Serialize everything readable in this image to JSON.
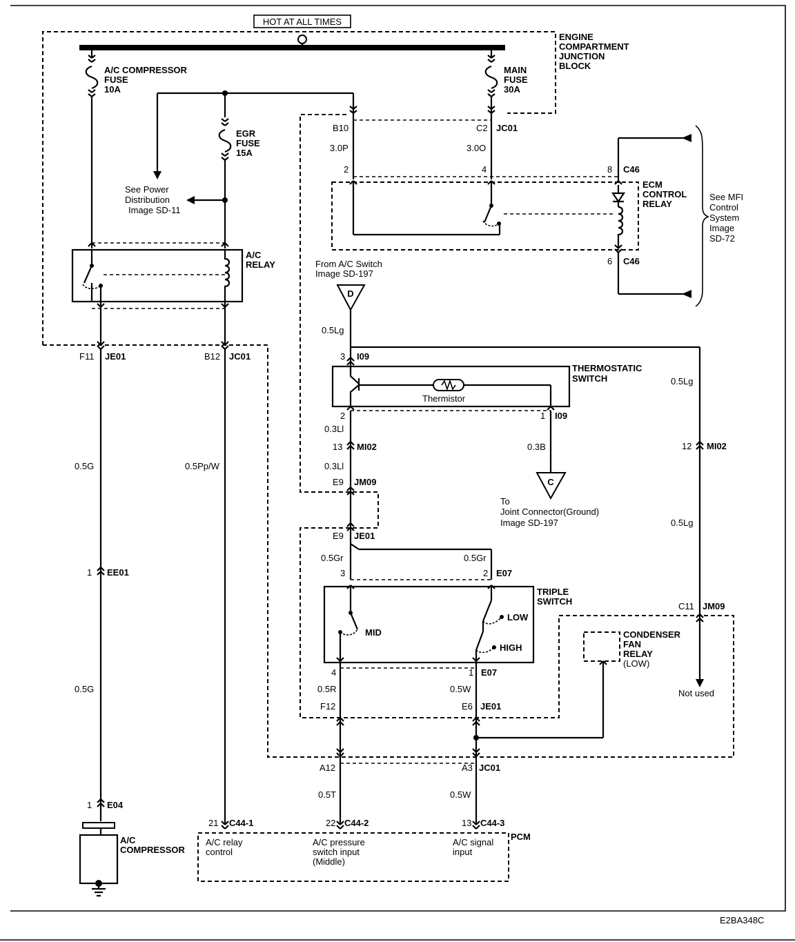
{
  "title_box": "HOT AT ALL TIMES",
  "block_label": [
    "ENGINE",
    "COMPARTMENT",
    "JUNCTION",
    "BLOCK"
  ],
  "fuses": {
    "ac_compressor": [
      "A/C COMPRESSOR",
      "FUSE",
      "10A"
    ],
    "main": [
      "MAIN",
      "FUSE",
      "30A"
    ],
    "egr": [
      "EGR",
      "FUSE",
      "15A"
    ]
  },
  "see_power": [
    "See Power",
    "Distribution",
    "Image SD-11"
  ],
  "ac_relay": [
    "A/C",
    "RELAY"
  ],
  "ecm_relay": [
    "ECM",
    "CONTROL",
    "RELAY"
  ],
  "see_mfi": [
    "See MFI",
    "Control",
    "System",
    "Image",
    "SD-72"
  ],
  "from_ac_switch": [
    "From A/C Switch",
    "Image SD-197"
  ],
  "thermostatic": [
    "THERMOSTATIC",
    "SWITCH"
  ],
  "thermistor": "Thermistor",
  "to_joint": [
    "To",
    "Joint Connector(Ground)",
    "Image SD-197"
  ],
  "triple": [
    "TRIPLE",
    "SWITCH"
  ],
  "switch_labels": {
    "mid": "MID",
    "low": "LOW",
    "high": "HIGH"
  },
  "condenser": [
    "CONDENSER",
    "FAN",
    "RELAY",
    "(LOW)"
  ],
  "not_used": "Not used",
  "compressor": [
    "A/C",
    "COMPRESSOR"
  ],
  "pcm": "PCM",
  "pcm_inputs": {
    "relay": [
      "A/C relay",
      "control"
    ],
    "pressure": [
      "A/C pressure",
      "switch input",
      "(Middle)"
    ],
    "signal": [
      "A/C signal",
      "input"
    ]
  },
  "offpage": {
    "d": "D",
    "c": "C"
  },
  "figure_code": "E2BA348C",
  "pins": {
    "b10": "B10",
    "c2": "C2",
    "jc01_top": "JC01",
    "p2": "2",
    "p4": "4",
    "p8": "8",
    "c46a": "C46",
    "p6": "6",
    "c46b": "C46",
    "f11": "F11",
    "je01_a": "JE01",
    "b12": "B12",
    "jc01_b": "JC01",
    "p3_i09": "3",
    "i09_a": "I09",
    "p2_i09": "2",
    "p1_i09": "1",
    "i09_b": "I09",
    "p13": "13",
    "mi02_a": "MI02",
    "p12": "12",
    "mi02_b": "MI02",
    "e9_a": "E9",
    "jm09_a": "JM09",
    "e9_b": "E9",
    "je01_b": "JE01",
    "p3_e07": "3",
    "p2_e07": "2",
    "e07_a": "E07",
    "p4_e07": "4",
    "p1_e07": "1",
    "e07_b": "E07",
    "f12": "F12",
    "e6": "E6",
    "je01_c": "JE01",
    "c11": "C11",
    "jm09_b": "JM09",
    "a12": "A12",
    "a3": "A3",
    "jc01_c": "JC01",
    "p1_ee01": "1",
    "ee01": "EE01",
    "p1_e04": "1",
    "e04": "E04",
    "p21": "21",
    "c44_1": "C44-1",
    "p22": "22",
    "c44_2": "C44-2",
    "p13_c44": "13",
    "c44_3": "C44-3"
  },
  "wires": {
    "w30p": "3.0P",
    "w30o": "3.0O",
    "w05lg_a": "0.5Lg",
    "w05lg_b": "0.5Lg",
    "w05lg_c": "0.5Lg",
    "w03li_a": "0.3Ll",
    "w03li_b": "0.3Ll",
    "w03b": "0.3B",
    "w05g_a": "0.5G",
    "w05g_b": "0.5G",
    "w05ppw": "0.5Pp/W",
    "w05gr_a": "0.5Gr",
    "w05gr_b": "0.5Gr",
    "w05r": "0.5R",
    "w05w_a": "0.5W",
    "w05t": "0.5T",
    "w05w_b": "0.5W"
  }
}
